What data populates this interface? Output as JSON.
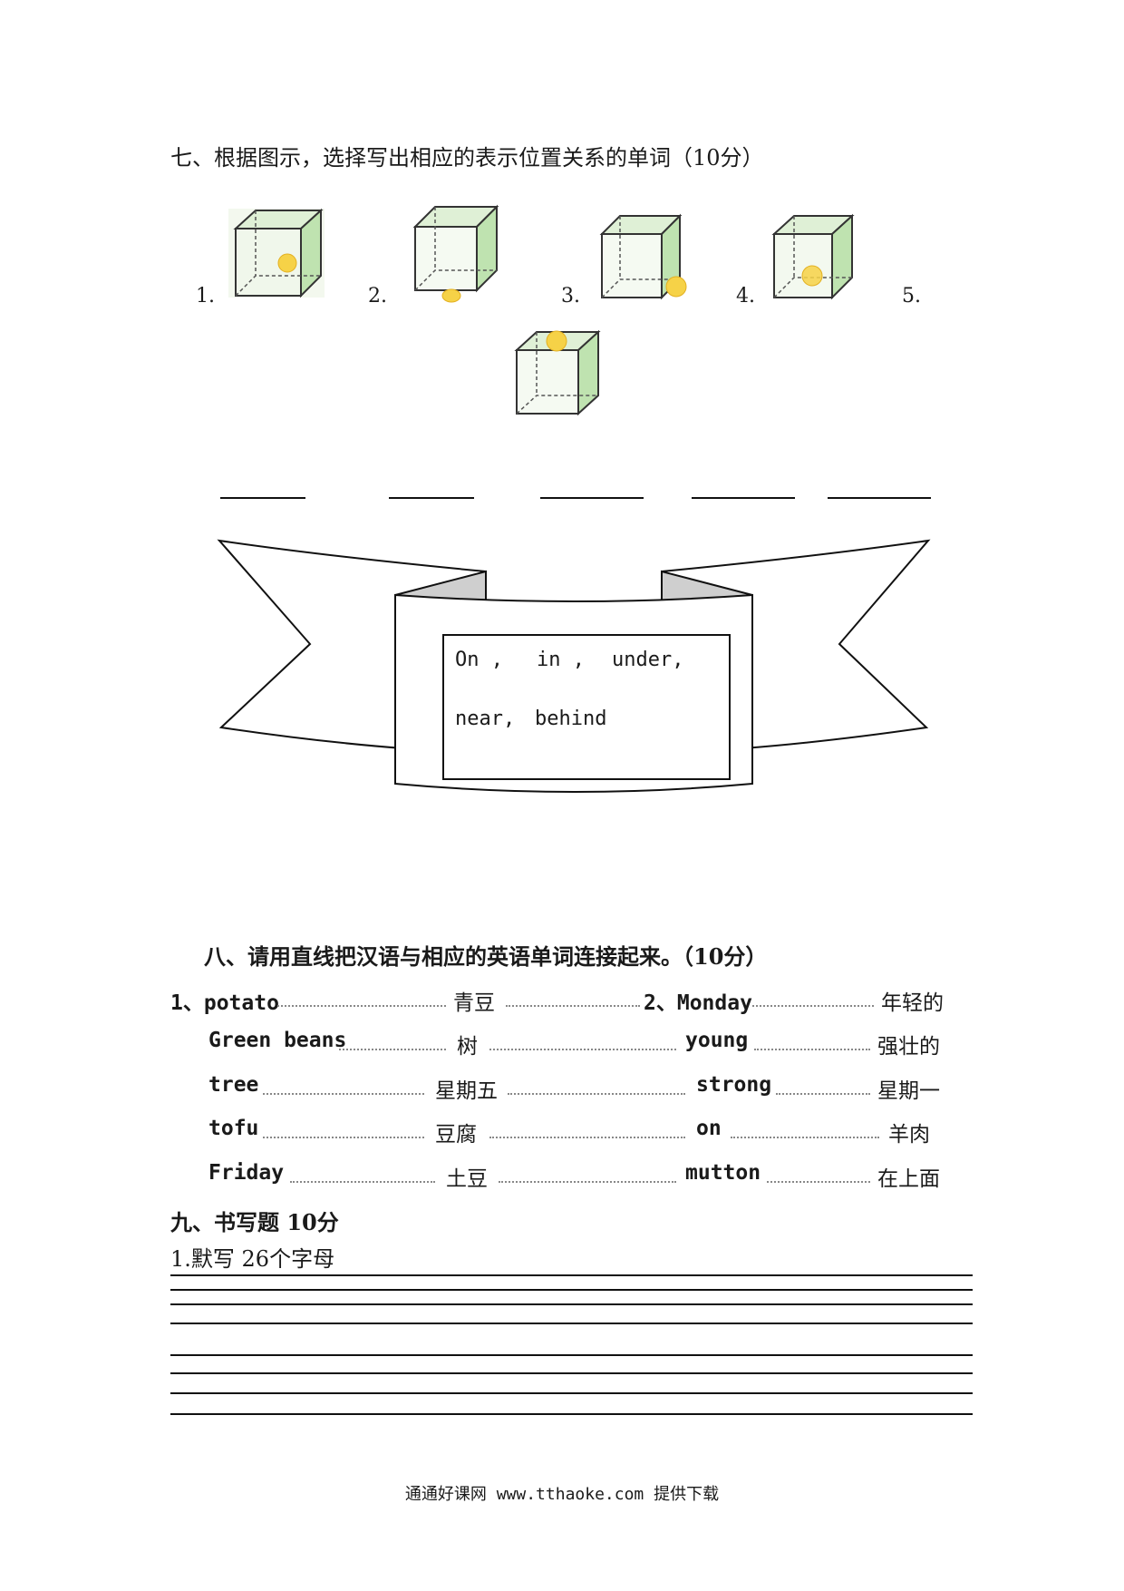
{
  "section7": {
    "heading": "七、根据图示，选择写出相应的表示位置关系的单词（10分）",
    "items": [
      "1.",
      "2.",
      "3.",
      "4.",
      "5."
    ],
    "word_bank": {
      "line1": [
        "On ,",
        "in ,",
        "under,"
      ],
      "line2": [
        "near,",
        "behind"
      ]
    }
  },
  "section8": {
    "heading": "八、请用直线把汉语与相应的英语单词连接起来。（10分）",
    "rows": [
      {
        "left_en": "1、potato",
        "left_zh": "青豆",
        "right_en": "2、Monday",
        "right_zh": "年轻的"
      },
      {
        "left_en": "Green beans",
        "left_zh": "树",
        "right_en": "young",
        "right_zh": "强壮的"
      },
      {
        "left_en": "tree",
        "left_zh": "星期五",
        "right_en": "strong",
        "right_zh": "星期一"
      },
      {
        "left_en": "tofu",
        "left_zh": "豆腐",
        "right_en": "on",
        "right_zh": "羊肉"
      },
      {
        "left_en": "Friday",
        "left_zh": "土豆",
        "right_en": "mutton",
        "right_zh": "在上面"
      }
    ]
  },
  "section9": {
    "heading": "九、书写题 10分",
    "task": "1.默写 26个字母"
  },
  "footer": "通通好课网 www.tthaoke.com 提供下载"
}
